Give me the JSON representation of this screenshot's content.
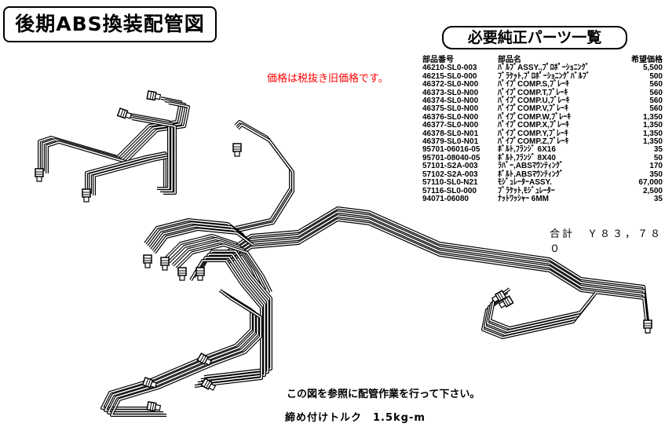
{
  "title": "後期ABS換装配管図",
  "subtitle": "必要純正パーツ一覧",
  "notice": "価格は税抜き旧価格です。",
  "parts_table": {
    "headers": [
      "部品番号",
      "部品名",
      "希望価格"
    ],
    "rows": [
      [
        "46210-SL0-003",
        "ﾊﾞﾙﾌﾞASSY.,ﾌﾟﾛﾎﾟｰｼｮﾆﾝｸﾞ",
        "5,500"
      ],
      [
        "46215-SL0-000",
        "ﾌﾞﾗｹｯﾄ,ﾌﾟﾛﾎﾟｰｼｮﾆﾝｸﾞﾊﾞﾙﾌﾞ",
        "500"
      ],
      [
        "46372-SL0-N00",
        "ﾊﾟｲﾌﾟCOMP.S,ﾌﾞﾚｰｷ",
        "560"
      ],
      [
        "46373-SL0-N00",
        "ﾊﾟｲﾌﾟCOMP.T,ﾌﾞﾚｰｷ",
        "560"
      ],
      [
        "46374-SL0-N00",
        "ﾊﾟｲﾌﾟCOMP.U,ﾌﾞﾚｰｷ",
        "560"
      ],
      [
        "46375-SL0-N00",
        "ﾊﾟｲﾌﾟCOMP.V,ﾌﾞﾚｰｷ",
        "560"
      ],
      [
        "46376-SL0-N00",
        "ﾊﾟｲﾌﾟCOMP.W,ﾌﾞﾚｰｷ",
        "1,350"
      ],
      [
        "46377-SL0-N00",
        "ﾊﾟｲﾌﾟCOMP.X,ﾌﾞﾚｰｷ",
        "1,350"
      ],
      [
        "46378-SL0-N01",
        "ﾊﾟｲﾌﾟCOMP.Y,ﾌﾞﾚｰｷ",
        "1,350"
      ],
      [
        "46379-SL0-N01",
        "ﾊﾟｲﾌﾟCOMP.Z,ﾌﾞﾚｰｷ",
        "1,350"
      ],
      [
        "95701-06016-05",
        "ﾎﾞﾙﾄ,ﾌﾗﾝｼﾞ 6X16",
        "35"
      ],
      [
        "95701-08040-05",
        "ﾎﾞﾙﾄ,ﾌﾗﾝｼﾞ 8X40",
        "50"
      ],
      [
        "57101-S2A-003",
        "ﾗﾊﾞｰ,ABSﾏｳﾝﾃｨﾝｸﾞ",
        "170"
      ],
      [
        "57102-S2A-003",
        "ﾎﾞﾙﾄ,ABSﾏｳﾝﾃｨﾝｸﾞ",
        "350"
      ],
      [
        "57110-SL0-N21",
        "ﾓｼﾞｭﾚｰﾀｰASSY.",
        "67,000"
      ],
      [
        "57116-SL0-000",
        "ﾌﾞﾗｹｯﾄ,ﾓｼﾞｭﾚｰﾀｰ",
        "2,500"
      ],
      [
        "94071-06080",
        "ﾅｯﾄﾜｯｼｬｰ 6MM",
        "35"
      ]
    ]
  },
  "total": "合計　Ｙ８３，７８０",
  "note_reference": "この図を参照に配管作業を行って下さい。",
  "note_torque": "締め付けトルク　1.5kg-m"
}
